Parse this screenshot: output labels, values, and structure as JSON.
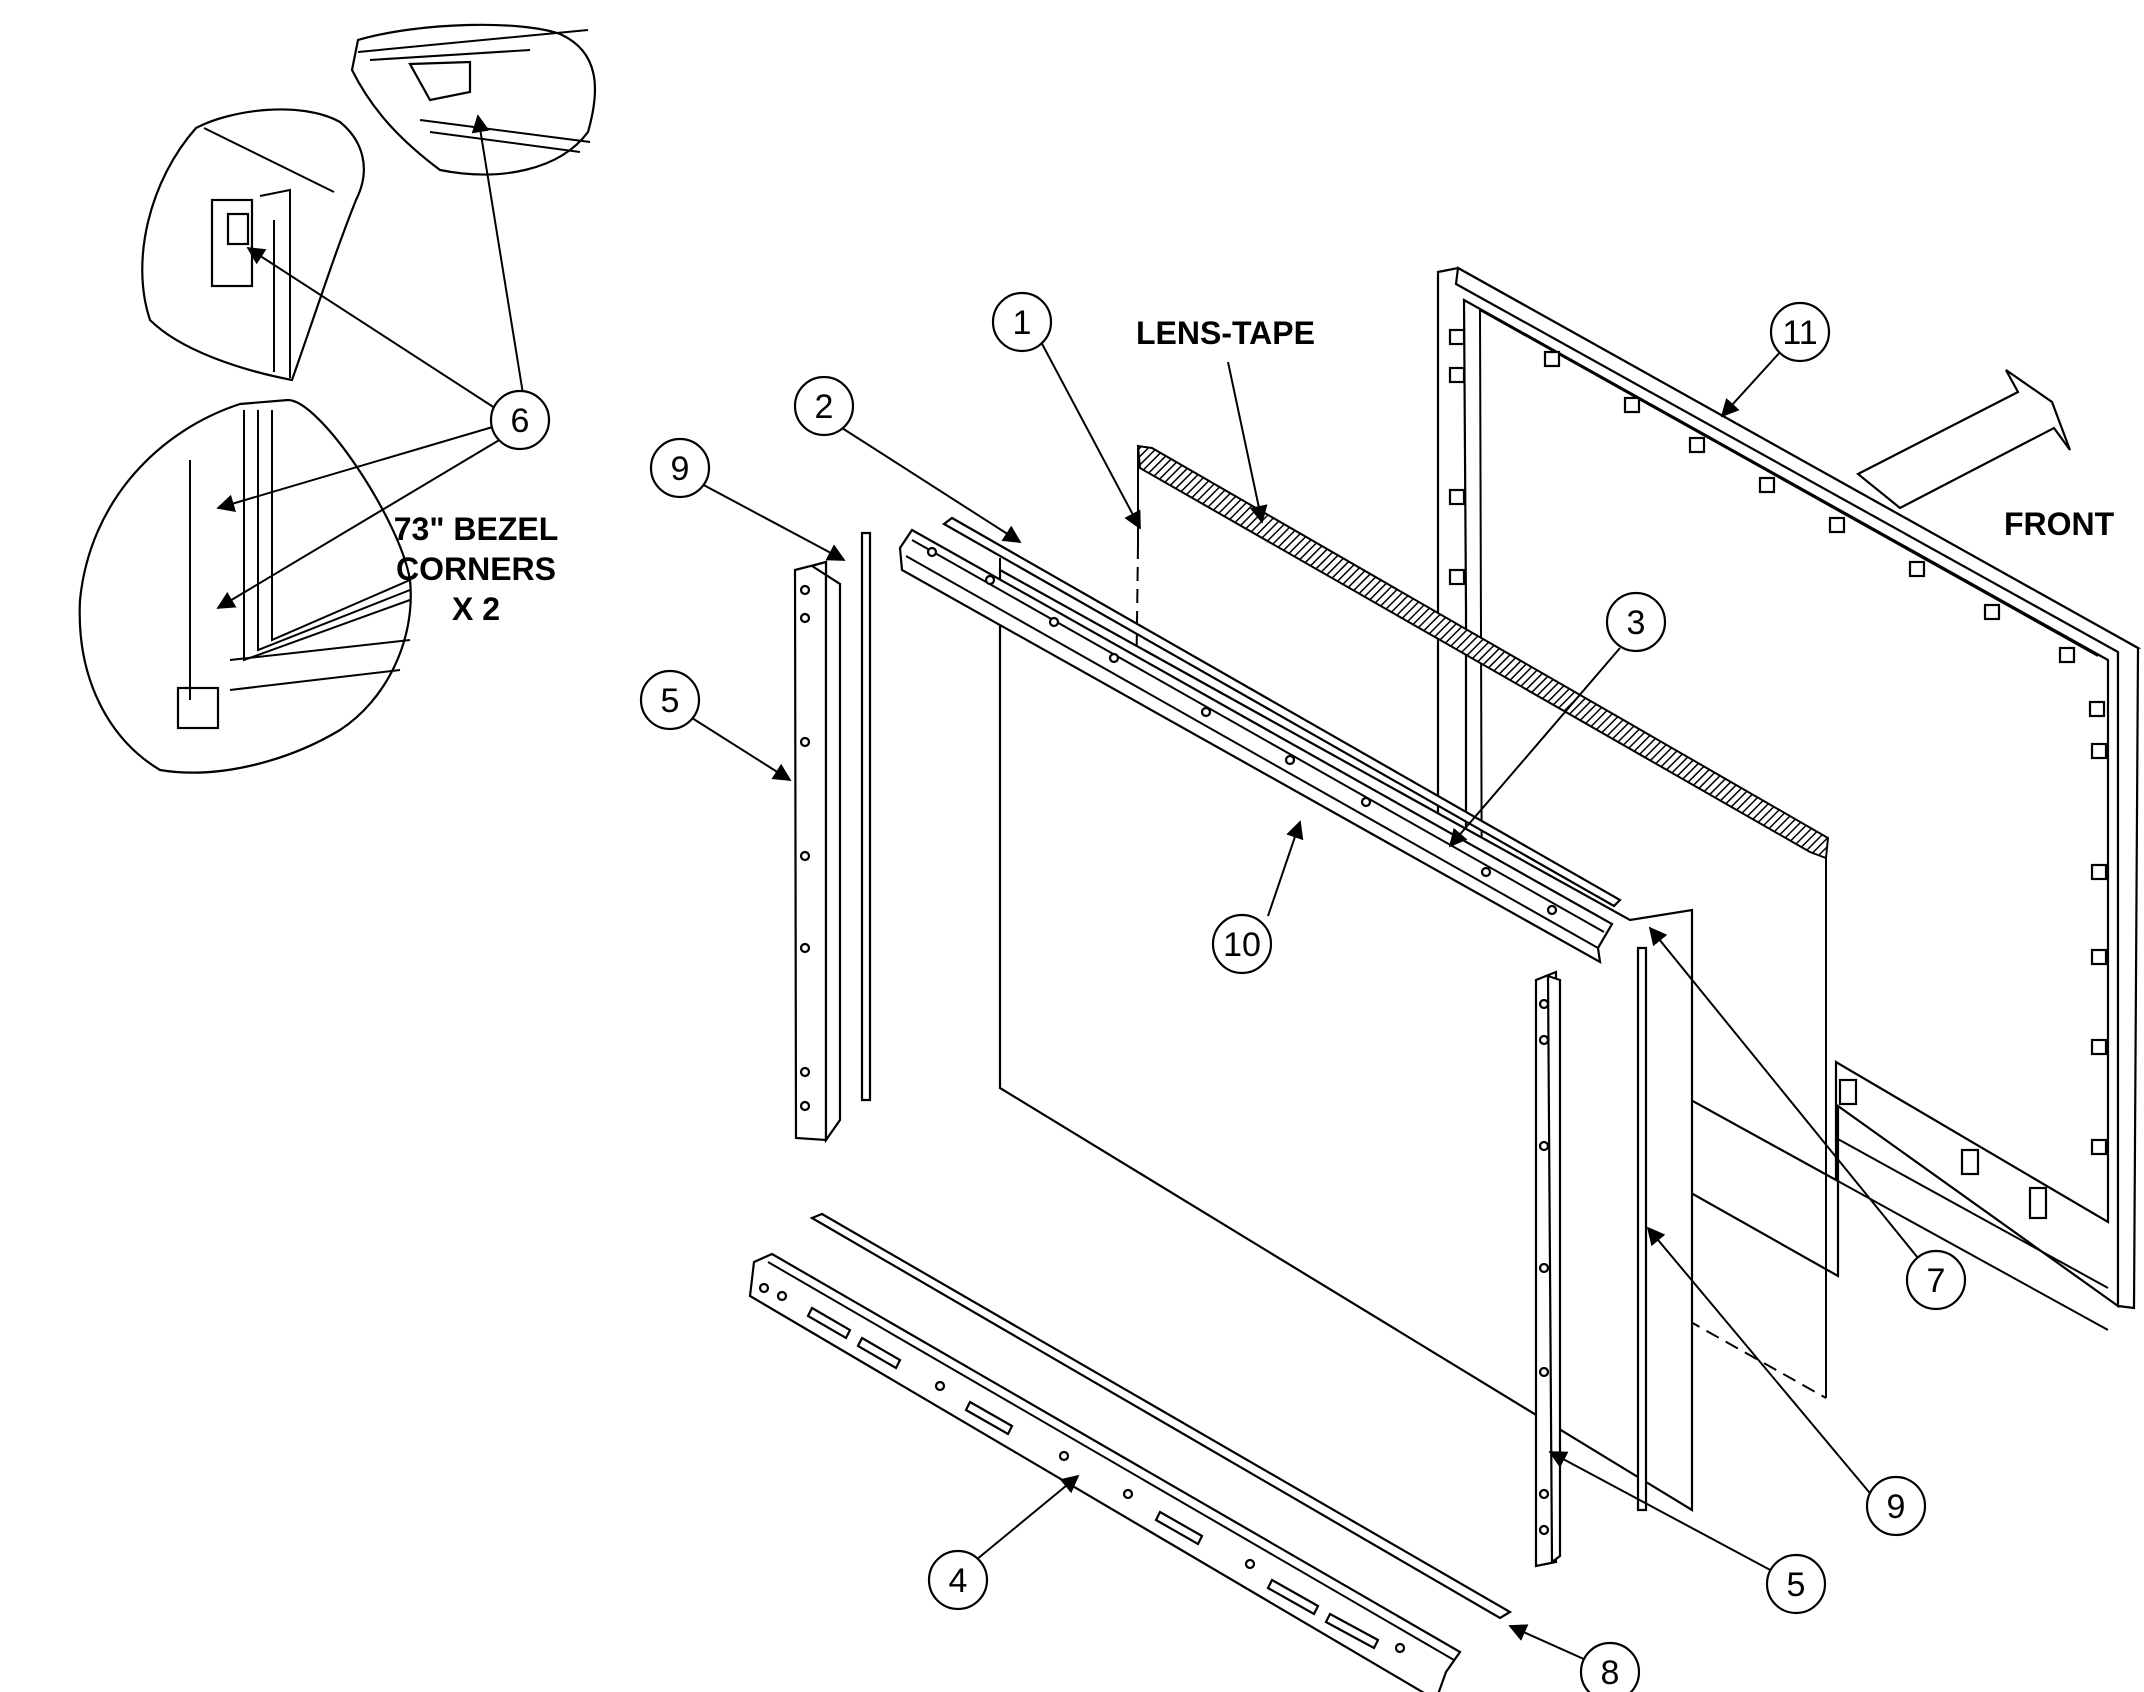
{
  "labels": {
    "lens_tape": "LENS-TAPE",
    "front": "FRONT",
    "bezel_line1": "73\" BEZEL",
    "bezel_line2": "CORNERS",
    "bezel_line3": "X 2"
  },
  "callouts": [
    {
      "id": "c1",
      "num": "1"
    },
    {
      "id": "c2",
      "num": "2"
    },
    {
      "id": "c3",
      "num": "3"
    },
    {
      "id": "c4",
      "num": "4"
    },
    {
      "id": "c5a",
      "num": "5"
    },
    {
      "id": "c5b",
      "num": "5"
    },
    {
      "id": "c6",
      "num": "6"
    },
    {
      "id": "c7",
      "num": "7"
    },
    {
      "id": "c8",
      "num": "8"
    },
    {
      "id": "c9a",
      "num": "9"
    },
    {
      "id": "c9b",
      "num": "9"
    },
    {
      "id": "c10",
      "num": "10"
    },
    {
      "id": "c11",
      "num": "11"
    }
  ],
  "colors": {
    "line": "#000000",
    "background": "#ffffff"
  }
}
